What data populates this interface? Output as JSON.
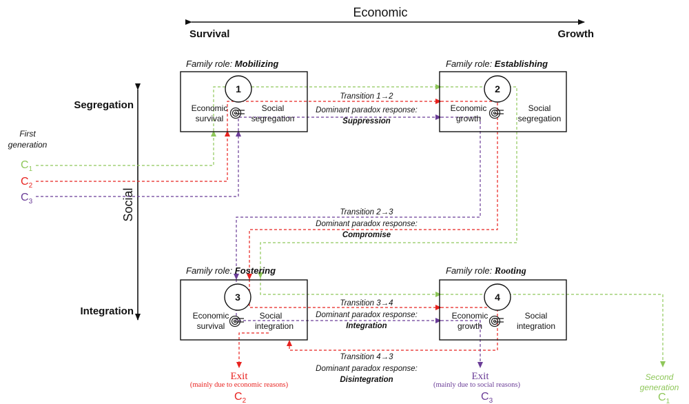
{
  "colors": {
    "green": "#8fc75a",
    "red": "#e8221f",
    "purple": "#6a3c97",
    "black": "#111111"
  },
  "axes": {
    "economic": {
      "title": "Economic",
      "left": "Survival",
      "right": "Growth"
    },
    "social": {
      "title": "Social",
      "top": "Segregation",
      "bottom": "Integration"
    }
  },
  "first_generation": {
    "line1": "First",
    "line2": "generation"
  },
  "second_generation": {
    "line1": "Second",
    "line2": "generation"
  },
  "cohorts": {
    "c1": "C",
    "c2": "C",
    "c3": "C",
    "sub1": "1",
    "sub2": "2",
    "sub3": "3"
  },
  "boxes": [
    {
      "number": "1",
      "role_prefix": "Family role: ",
      "role": "Mobilizing",
      "left_line1": "Economic",
      "left_line2": "survival",
      "right_line1": "Social",
      "right_line2": "segregation"
    },
    {
      "number": "2",
      "role_prefix": "Family role: ",
      "role": "Establishing",
      "left_line1": "Economic",
      "left_line2": "growth",
      "right_line1": "Social",
      "right_line2": "segregation"
    },
    {
      "number": "3",
      "role_prefix": "Family role: ",
      "role": "Fostering",
      "left_line1": "Economic",
      "left_line2": "survival",
      "right_line1": "Social",
      "right_line2": "integration"
    },
    {
      "number": "4",
      "role_prefix": "Family role: ",
      "role": "Rooting",
      "left_line1": "Economic",
      "left_line2": "growth",
      "right_line1": "Social",
      "right_line2": "integration"
    }
  ],
  "transitions": [
    {
      "title": "Transition 1→2",
      "subtitle": "Dominant paradox response:",
      "response": "Suppression"
    },
    {
      "title": "Transition 2→3",
      "subtitle": "Dominant paradox response:",
      "response": "Compromise"
    },
    {
      "title": "Transition 3→4",
      "subtitle": "Dominant paradox response:",
      "response": "Integration"
    },
    {
      "title": "Transition 4→3",
      "subtitle": "Dominant paradox response:",
      "response": "Disintegration"
    }
  ],
  "exits": [
    {
      "title": "Exit",
      "reason": "(mainly due to economic reasons)",
      "cohort": "C",
      "sub": "2"
    },
    {
      "title": "Exit",
      "reason": "(mainly due to social reasons)",
      "cohort": "C",
      "sub": "3"
    }
  ]
}
